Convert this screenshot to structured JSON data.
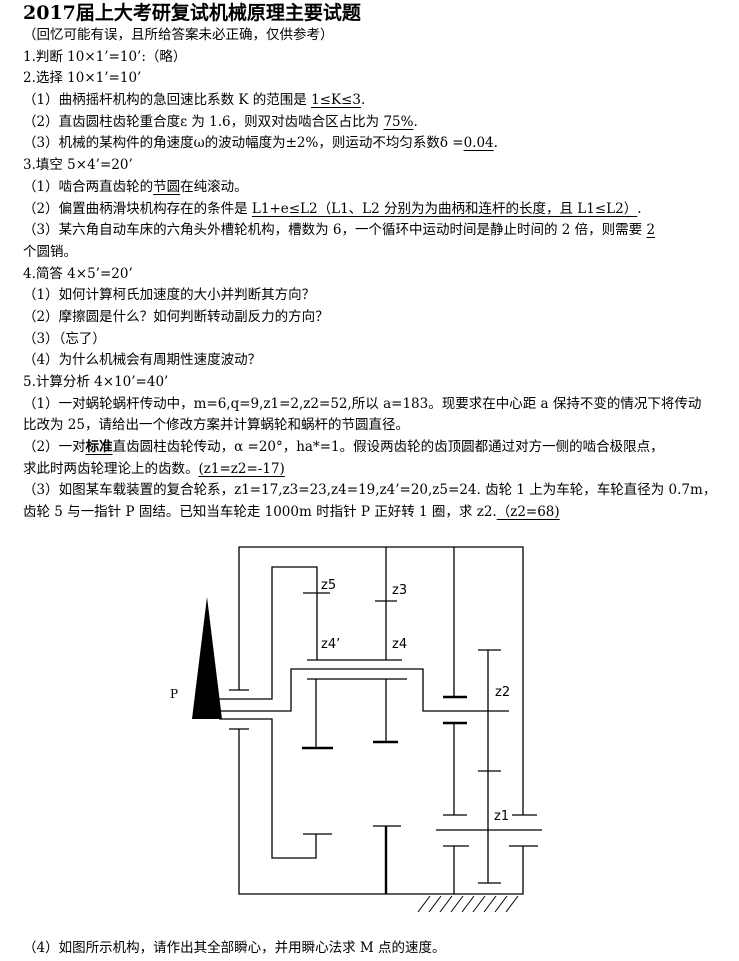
{
  "title": "2017届上大考研复试机械原理主要试题",
  "lines": [
    {
      "parts": [
        {
          "t": "（回忆可能有误，且所给答案未必正确，仅供参考）"
        }
      ]
    },
    {
      "parts": [
        {
          "t": "1.判断 10×1’=10’:（略）"
        }
      ]
    },
    {
      "parts": [
        {
          "t": "2.选择 10×1’=10’"
        }
      ]
    },
    {
      "parts": [
        {
          "t": "（1）曲柄摇杆机构的急回速比系数 K 的范围是 "
        },
        {
          "t": "1≤K≤3",
          "u": true
        },
        {
          "t": "."
        }
      ]
    },
    {
      "parts": [
        {
          "t": "（2）直齿圆柱齿轮重合度ε 为 1.6，则双对齿啮合区占比为 "
        },
        {
          "t": "75%",
          "u": true
        },
        {
          "t": "."
        }
      ]
    },
    {
      "parts": [
        {
          "t": "（3）机械的某构件的角速度ω的波动幅度为±2%，则运动不均匀系数δ ="
        },
        {
          "t": "0.04",
          "u": true
        },
        {
          "t": "."
        }
      ]
    },
    {
      "parts": [
        {
          "t": "3.填空 5×4’=20’"
        }
      ]
    },
    {
      "parts": [
        {
          "t": "（1）啮合两直齿轮的"
        },
        {
          "t": "节圆",
          "u": true
        },
        {
          "t": "在纯滚动。"
        }
      ]
    },
    {
      "parts": [
        {
          "t": "（2）偏置曲柄滑块机构存在的条件是 "
        },
        {
          "t": "L1+e≤L2（L1、L2 分别为为曲柄和连杆的长度，且 L1≤L2）",
          "u": true
        },
        {
          "t": "."
        }
      ]
    },
    {
      "parts": [
        {
          "t": "（3）某六角自动车床的六角头外槽轮机构，槽数为 6，一个循环中运动时间是静止时间的 2 倍，则需要 "
        },
        {
          "t": "2",
          "u": true
        }
      ]
    },
    {
      "parts": [
        {
          "t": "个圆销。"
        }
      ]
    },
    {
      "parts": [
        {
          "t": "4.简答 4×5’=20’"
        }
      ]
    },
    {
      "parts": [
        {
          "t": "（1）如何计算柯氏加速度的大小并判断其方向？"
        }
      ]
    },
    {
      "parts": [
        {
          "t": "（2）摩擦圆是什么？如何判断转动副反力的方向？"
        }
      ]
    },
    {
      "parts": [
        {
          "t": "（3）（忘了）"
        }
      ]
    },
    {
      "parts": [
        {
          "t": "（4）为什么机械会有周期性速度波动？"
        }
      ]
    },
    {
      "parts": [
        {
          "t": "5.计算分析 4×10’=40’"
        }
      ]
    },
    {
      "parts": [
        {
          "t": "（1）一对蜗轮蜗杆传动中，m=6,q=9,z1=2,z2=52,所以 a=183。现要求在中心距 a 保持不变的情况下将传动"
        }
      ]
    },
    {
      "parts": [
        {
          "t": "比改为 25，请给出一个修改方案并计算蜗轮和蜗杆的节圆直径。"
        }
      ]
    },
    {
      "parts": [
        {
          "t": "（2）一对"
        },
        {
          "t": "标准",
          "u": true,
          "b": true
        },
        {
          "t": "直齿圆柱齿轮传动，α =20°，ha*=1。假设两齿轮的齿顶圆都通过对方一侧的啮合极限点，"
        }
      ]
    },
    {
      "parts": [
        {
          "t": "求此时两齿轮理论上的齿数。"
        },
        {
          "t": "(z1=z2=-17)",
          "u": true
        }
      ]
    },
    {
      "parts": [
        {
          "t": "（3）如图某车载装置的复合轮系，z1=17,z3=23,z4=19,z4’=20,z5=24.  齿轮 1 上为车轮，车轮直径为 0.7m，"
        }
      ]
    },
    {
      "parts": [
        {
          "t": "齿轮 5 与一指针 P 固结。已知当车轮走 1000m 时指针 P 正好转 1 圈，求 z2."
        },
        {
          "t": "（z2=68)",
          "u": true
        }
      ]
    }
  ],
  "diagram": {
    "labels": {
      "p": "P",
      "z5": "z5",
      "z3": "z3",
      "z4p": "z4’",
      "z4": "z4",
      "z2": "z2",
      "z1": "z1"
    }
  },
  "last_line": "（4）如图所示机构，请作出其全部瞬心，并用瞬心法求 M 点的速度。"
}
